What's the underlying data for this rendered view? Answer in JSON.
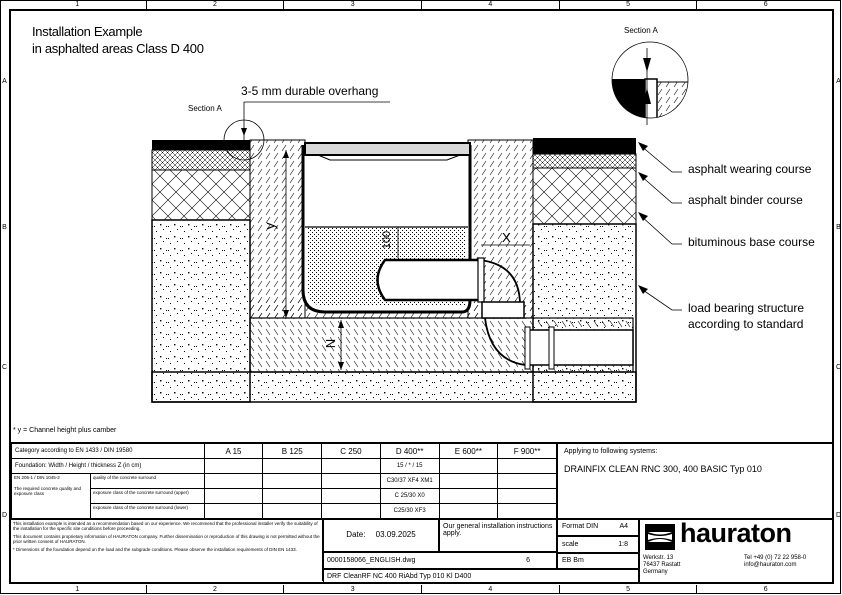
{
  "drawing": {
    "title_line1": "Installation Example",
    "title_line2": "in asphalted areas Class D 400",
    "overhang_label": "3-5 mm durable overhang",
    "section_label_left": "Section A",
    "section_label_detail": "Section A",
    "dim_y": "y",
    "dim_x": "X",
    "dim_n": "N",
    "dim_100": "100",
    "footnote": "* y = Channel height plus camber",
    "layers": [
      {
        "label": "asphalt wearing course"
      },
      {
        "label": "asphalt binder course"
      },
      {
        "label": "bituminous base course"
      },
      {
        "label": "load bearing structure"
      },
      {
        "label": "according to standard"
      }
    ]
  },
  "grid": {
    "columns": [
      "1",
      "2",
      "3",
      "4",
      "5",
      "6"
    ],
    "rows": [
      "A",
      "B",
      "C",
      "D"
    ]
  },
  "spec_table": {
    "category_label": "Category according to EN 1433 / DIN 19580",
    "classes": [
      "A 15",
      "B 125",
      "C 250",
      "D 400**",
      "E 600**",
      "F 900**"
    ],
    "foundation_label": "Foundation: Width / Height / thickness Z (in cm)",
    "foundation_values": [
      "",
      "",
      "",
      "15 / * / 15",
      "",
      ""
    ],
    "group_label_1": "EN 206-1 / DIN 1045-2",
    "group_label_2": "The required concrete quality and exposure class",
    "concrete_rows": [
      {
        "label": "quality of the concrete surround",
        "values": [
          "",
          "",
          "",
          "C30/37 XF4 XM1",
          "",
          ""
        ]
      },
      {
        "label": "exposure class of the concrete surround (upper)",
        "values": [
          "",
          "",
          "",
          "C 25/30 X0",
          "",
          ""
        ]
      },
      {
        "label": "exposure class of the concrete surround (lower)",
        "values": [
          "",
          "",
          "",
          "C25/30 XF3",
          "",
          ""
        ]
      }
    ],
    "applying_label": "Applying to following systems:",
    "system": "DRAINFIX CLEAN RNC 300, 400 BASIC Typ 010"
  },
  "title_block": {
    "disclaimer_1": "This installation example is intended as a recommendation based on our experience. We recommend that the professional installer verify the suitability of the installation for the specific site conditions before proceeding.",
    "disclaimer_2": "This document contains proprietary information of HAURATON company. Further dissemination or reproduction of this drawing is not permitted without the prior written consent of HAURATON.",
    "disclaimer_3": "* Dimensions of the foundation depend on the load and the subgrade conditions. Please observe the installation requirements of DIN EN 1433.",
    "general_note": "Our general installation instructions apply.",
    "date_label": "Date:",
    "date_value": "03.09.2025",
    "file_name": "0000158066_ENGLISH.dwg",
    "sheet_no": "6",
    "drawing_title": "DRF CleanRF NC 400 RiAbd Typ 010 Kl D400",
    "format_label": "Format DIN",
    "format_value": "A4",
    "scale_label": "scale",
    "scale_value": "1:8",
    "drawn_by": "EB Bm",
    "company": {
      "name": "hauraton",
      "street": "Werkstr. 13",
      "city": "76437 Rastatt",
      "country": "Germany",
      "phone": "Tel +49 (0) 72 22 958-0",
      "email": "info@hauraton.com"
    }
  },
  "colors": {
    "line": "#000000",
    "grate_fill": "#d9d9d9",
    "background": "#ffffff"
  }
}
